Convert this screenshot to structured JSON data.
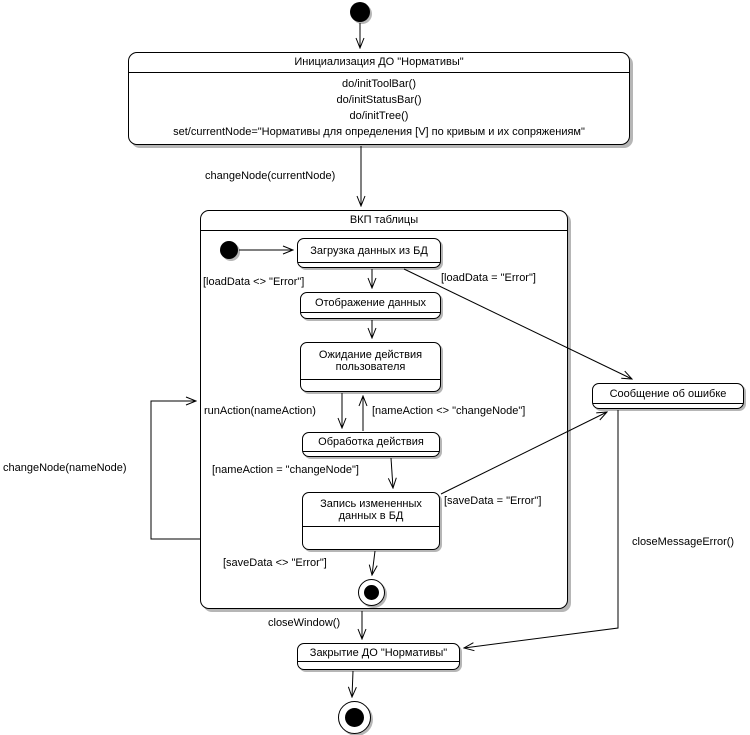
{
  "colors": {
    "line": "#000000",
    "shadow": "#b6b6b6",
    "fill": "#ffffff"
  },
  "diagram": {
    "start_box": {
      "title": "Инициализация ДО \"Нормативы\"",
      "actions": [
        "do/initToolBar()",
        "do/initStatusBar()",
        "do/initTree()",
        "set/currentNode=\"Нормативы для определения [V] по кривым и их сопряжениям\""
      ]
    },
    "composite": {
      "title": "ВКП таблицы"
    },
    "states": {
      "load": "Загрузка данных из БД",
      "display": "Отображение данных",
      "wait": "Ожидание действия пользователя",
      "process": "Обработка действия",
      "save": "Запись измененных данных в БД",
      "error": "Сообщение об ошибке",
      "close": "Закрытие ДО \"Нормативы\""
    },
    "transitions": {
      "change_node_current": "changeNode(currentNode)",
      "load_ok": "[loadData <> \"Error\"]",
      "load_err": "[loadData = \"Error\"]",
      "run_action": "runAction(nameAction)",
      "name_action_ne": "[nameAction <> \"changeNode\"]",
      "name_action_eq": "[nameAction = \"changeNode\"]",
      "save_err": "[saveData = \"Error\"]",
      "save_ok": "[saveData <> \"Error\"]",
      "change_node_name": "changeNode(nameNode)",
      "close_window": "closeWindow()",
      "close_message_error": "closeMessageError()"
    }
  }
}
